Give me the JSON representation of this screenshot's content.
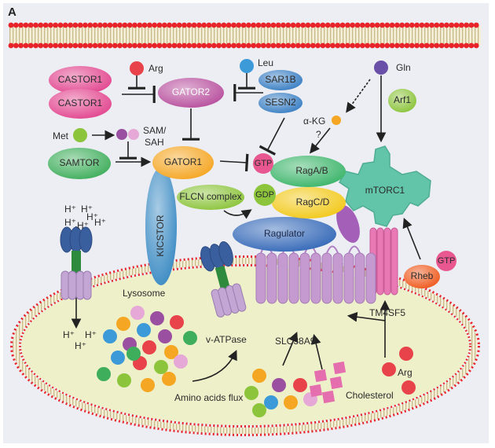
{
  "panel_label": "A",
  "colors": {
    "membrane_red": "#e8242b",
    "lysosome_fill": "#eef0c9",
    "castor": "#e2468f",
    "gator2": "#b8509e",
    "gator1": "#f5a623",
    "samtor": "#3fae5c",
    "kicstor": "#3d8cc4",
    "rag_ab": "#3cb56a",
    "rag_cd": "#f2c91a",
    "ragulator": "#3569b8",
    "mtorc1": "#62c4a8",
    "rheb": "#f05a1e",
    "slc38a9": "#c49ad0",
    "tm4sf5": "#e879b4"
  },
  "cytosol": {
    "castor1_top": "CASTOR1",
    "castor1_bottom": "CASTOR1",
    "arg": "Arg",
    "gator2": "GATOR2",
    "leu": "Leu",
    "sar1b": "SAR1B",
    "sesn2": "SESN2",
    "gln": "Gln",
    "arf1": "Arf1",
    "akg": "α-KG",
    "akg_question": "?",
    "met": "Met",
    "sam": "SAM/",
    "sah": "SAH",
    "samtor": "SAMTOR",
    "gator1": "GATOR1",
    "kicstor": "KICSTOR",
    "flcn": "FLCN complex",
    "gtp_rag": "GTP",
    "gdp_rag": "GDP",
    "rag_ab": "RagA/B",
    "rag_cd": "RagC/D",
    "ragulator": "Ragulator",
    "mtorc1": "mTORC1",
    "rheb": "Rheb",
    "gtp_rheb": "GTP",
    "h_plus": "H⁺"
  },
  "lysosome": {
    "label": "Lysosome",
    "vatpase": "v-ATPase",
    "slc38a9": "SLC38A9",
    "tm4sf5": "TM4SF5",
    "amino_acids_flux": "Amino acids flux",
    "cholesterol": "Cholesterol",
    "arg": "Arg",
    "h_plus": "H⁺"
  }
}
